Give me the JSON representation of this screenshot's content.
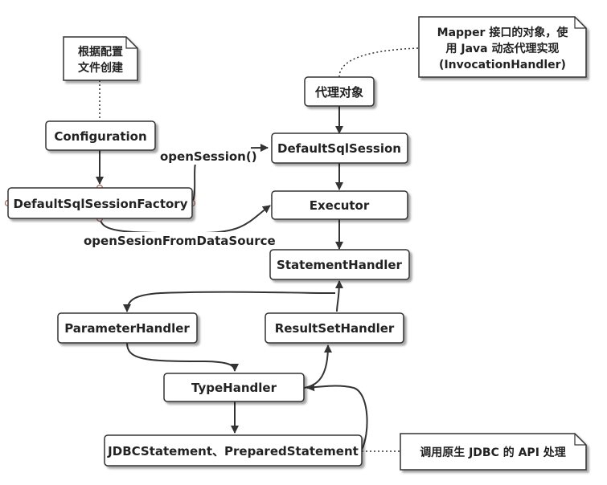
{
  "nodes": {
    "configuration": "Configuration",
    "factory": "DefaultSqlSessionFactory",
    "proxy": "代理对象",
    "session": "DefaultSqlSession",
    "executor": "Executor",
    "statement_handler": "StatementHandler",
    "parameter_handler": "ParameterHandler",
    "resultset_handler": "ResultSetHandler",
    "type_handler": "TypeHandler",
    "jdbc_statement": "JDBCStatement、PreparedStatement"
  },
  "notes": {
    "config_note": [
      "根据配置",
      "文件创建"
    ],
    "proxy_note": [
      "Mapper 接口的对象，使",
      "用 Java 动态代理实现",
      "(InvocationHandler)"
    ],
    "jdbc_note": "调用原生 JDBC 的  API 处理"
  },
  "edges": {
    "open_session": "openSession()",
    "open_from_ds": "openSesionFromDataSource"
  }
}
